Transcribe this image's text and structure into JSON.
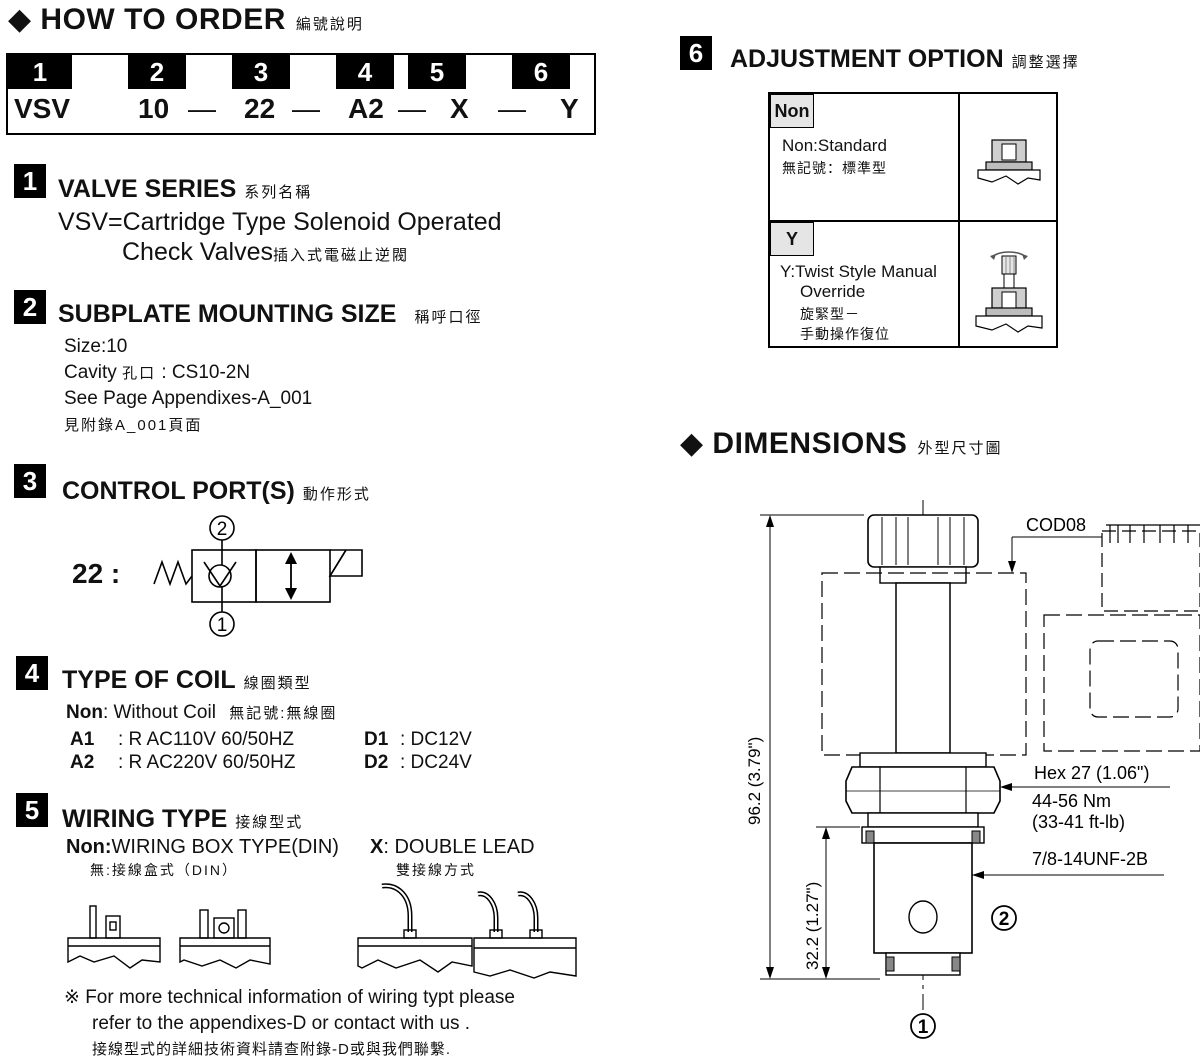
{
  "how_to_order": {
    "title": "HOW TO  ORDER",
    "title_cjk": "編號說明",
    "positions": [
      "1",
      "2",
      "3",
      "4",
      "5",
      "6"
    ],
    "code": {
      "series": "VSV",
      "size": "10",
      "ports": "22",
      "coil": "A2",
      "wiring": "X",
      "adjust": "Y",
      "dash": "—"
    }
  },
  "valve_series": {
    "num": "1",
    "title": "VALVE SERIES",
    "title_cjk": "系列名稱",
    "line1": "VSV=Cartridge Type Solenoid Operated",
    "line2": "Check Valves",
    "line2_cjk": "插入式電磁止逆閥"
  },
  "subplate": {
    "num": "2",
    "title": "SUBPLATE MOUNTING SIZE",
    "title_cjk": "稱呼口徑",
    "size": "Size:10",
    "cavity_label": "Cavity",
    "cavity_cjk": "孔口",
    "cavity_value": ": CS10-2N",
    "see_page": "See Page Appendixes-A_001",
    "see_page_cjk": "見附錄A_001頁面"
  },
  "control_ports": {
    "num": "3",
    "title": "CONTROL PORT(S)",
    "title_cjk": "動作形式",
    "code": "22 :",
    "port_top": "2",
    "port_bottom": "1"
  },
  "coil": {
    "num": "4",
    "title": "TYPE OF COIL",
    "title_cjk": "線圈類型",
    "non_code": "Non",
    "non_text": ": Without Coil",
    "non_cjk": "無記號:無線圈",
    "items": [
      {
        "code": "A1",
        "text": ": R AC110V  60/50HZ"
      },
      {
        "code": "A2",
        "text": ": R AC220V  60/50HZ"
      },
      {
        "code": "D1",
        "text": ": DC12V"
      },
      {
        "code": "D2",
        "text": ": DC24V"
      }
    ]
  },
  "wiring": {
    "num": "5",
    "title": "WIRING TYPE",
    "title_cjk": "接線型式",
    "non_code": "Non:",
    "non_text": "WIRING BOX TYPE(DIN)",
    "non_cjk": "無:接線盒式（DIN）",
    "x_code": "X",
    "x_text": ": DOUBLE LEAD",
    "x_cjk": "雙接線方式",
    "note1": "※ For more technical information of wiring typt  please",
    "note2": "refer to the appendixes-D or contact with us .",
    "note3": "接線型式的詳細技術資料請查附錄-D或與我們聯繫."
  },
  "adjustment": {
    "num": "6",
    "title": "ADJUSTMENT OPTION",
    "title_cjk": "調整選擇",
    "row1_tag": "Non",
    "row1_text": "Non:Standard",
    "row1_cjk": "無記號：標準型",
    "row2_tag": "Y",
    "row2_text1": "Y:Twist Style Manual",
    "row2_text2": "Override",
    "row2_cjk1": "旋緊型－",
    "row2_cjk2": "手動操作復位"
  },
  "dimensions": {
    "title": "DIMENSIONS",
    "title_cjk": "外型尺寸圖",
    "coil_ref": "COD08",
    "hex": "Hex 27 (1.06\")",
    "torque1": "44-56 Nm",
    "torque2": "(33-41 ft-lb)",
    "thread": "7/8-14UNF-2B",
    "total_length": "96.2 (3.79\")",
    "lower_length": "32.2 (1.27\")",
    "port_side": "2",
    "port_bottom": "1"
  }
}
